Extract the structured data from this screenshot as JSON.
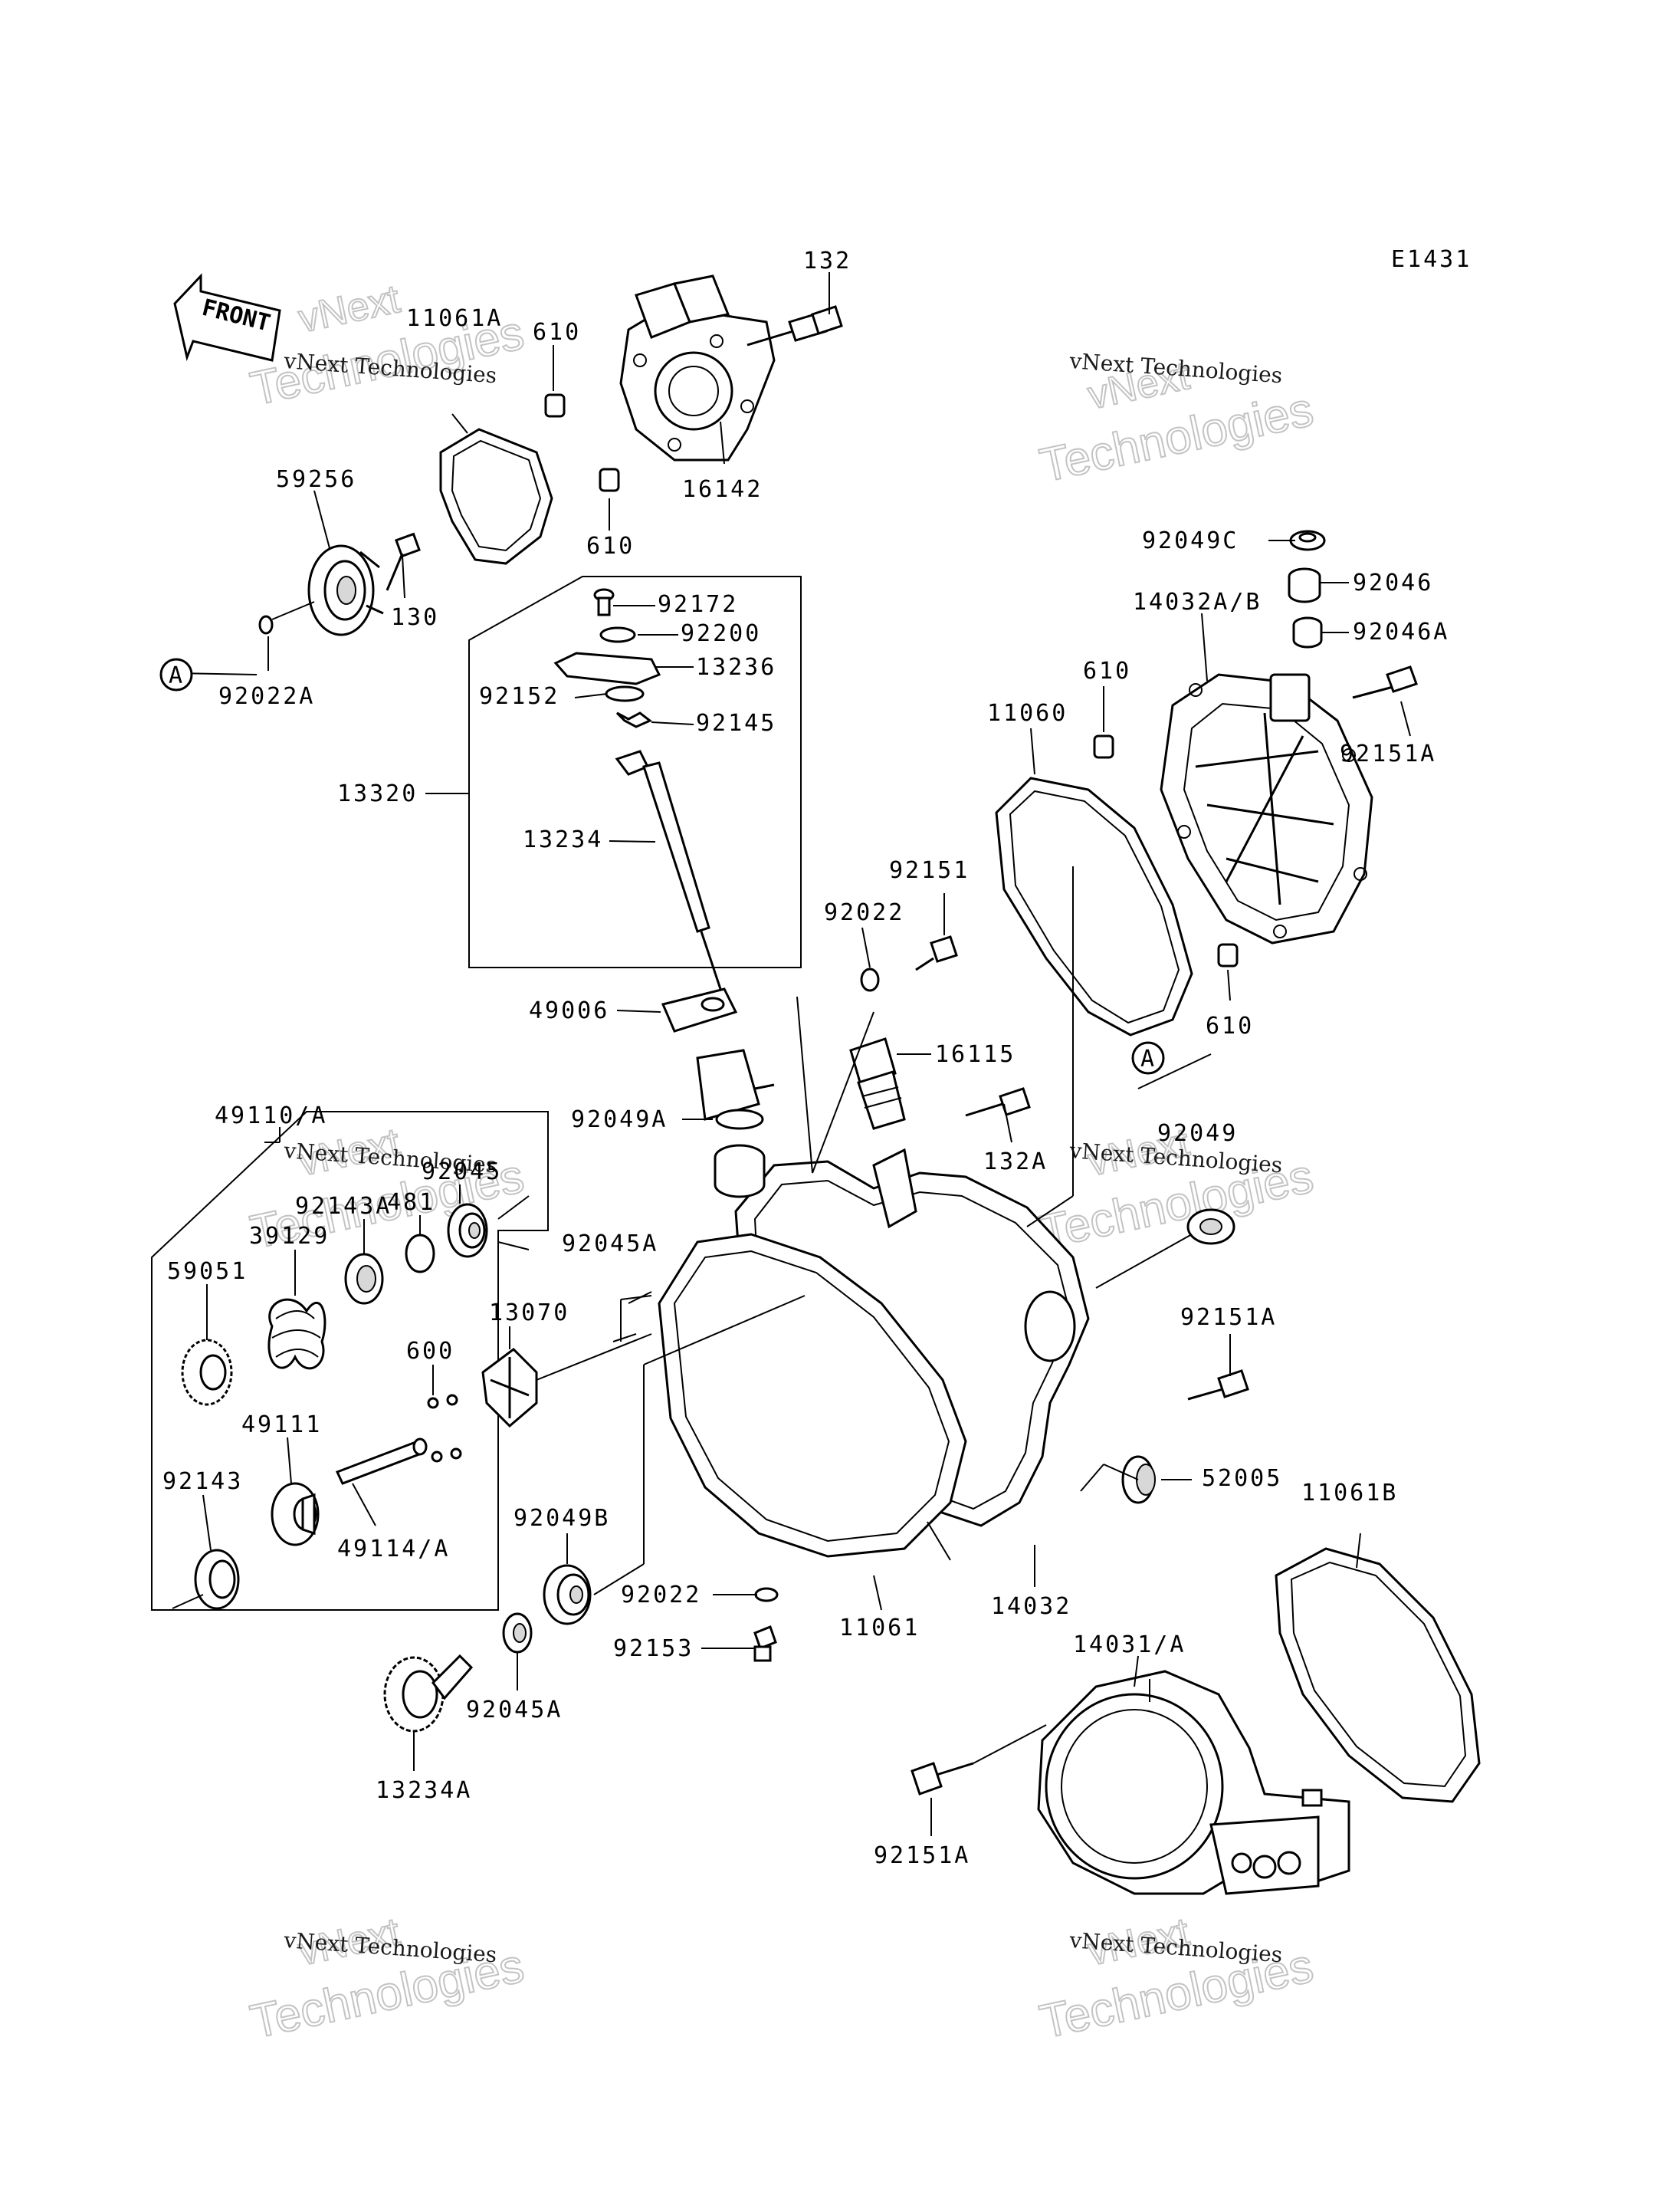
{
  "diagram_code": "E1431",
  "front_label": "FRONT",
  "ref_marker": "A",
  "watermark": {
    "line1": "vNext",
    "line2": "vNext Technologies",
    "line3": "Technologies"
  },
  "parts": {
    "p132": "132",
    "p610a": "610",
    "p11061A": "11061A",
    "p16142": "16142",
    "p610b": "610",
    "p59256": "59256",
    "p130": "130",
    "p92022A": "92022A",
    "p92172": "92172",
    "p92200": "92200",
    "p13236": "13236",
    "p92152": "92152",
    "p92145": "92145",
    "p13320": "13320",
    "p13234": "13234",
    "p49006": "49006",
    "p92049C": "92049C",
    "p92046": "92046",
    "p14032AB": "14032A/B",
    "p92046A": "92046A",
    "p610c": "610",
    "p11060": "11060",
    "p92151A_1": "92151A",
    "p92151": "92151",
    "p92022_1": "92022",
    "p610d": "610",
    "p16115": "16115",
    "p49110A": "49110/A",
    "p92045_1": "92045",
    "p481": "481",
    "p92143A": "92143A",
    "p39129": "39129",
    "p92049A": "92049A",
    "p132A": "132A",
    "p92049": "92049",
    "p59051": "59051",
    "p92045A_1": "92045A",
    "p13070": "13070",
    "p600": "600",
    "p92151A_2": "92151A",
    "p49111": "49111",
    "p92143": "92143",
    "p49114A": "49114/A",
    "p52005": "52005",
    "p11061B": "11061B",
    "p92049B": "92049B",
    "p14032": "14032",
    "p92022_2": "92022",
    "p11061": "11061",
    "p14031A": "14031/A",
    "p92153": "92153",
    "p92045A_2": "92045A",
    "p13234A": "13234A",
    "p92151A_3": "92151A"
  }
}
